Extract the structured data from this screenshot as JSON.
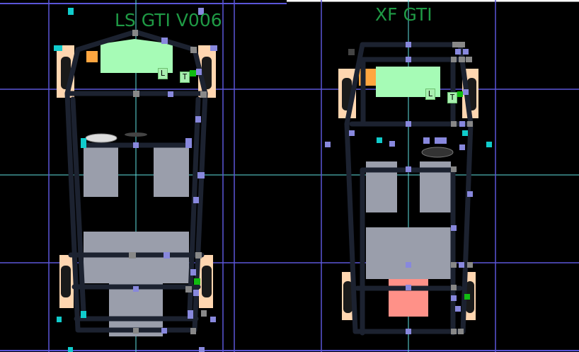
{
  "viewport": {
    "cars": [
      {
        "title": "LS GTI V006",
        "labels": {
          "light": "L",
          "tank": "T"
        }
      },
      {
        "title": "XF GTI",
        "labels": {
          "light": "L",
          "tank": "T"
        }
      }
    ]
  },
  "colors": {
    "guide_blue": "#5a55d8",
    "guide_cyan": "#5fe0e0",
    "title_green": "#1f9a45",
    "panel_gray": "#9a9eab",
    "cockpit_green": "#a6fbb6",
    "orange": "#ffa640",
    "salmon": "#ff9188",
    "wheel_peach": "#ffd6b0"
  }
}
